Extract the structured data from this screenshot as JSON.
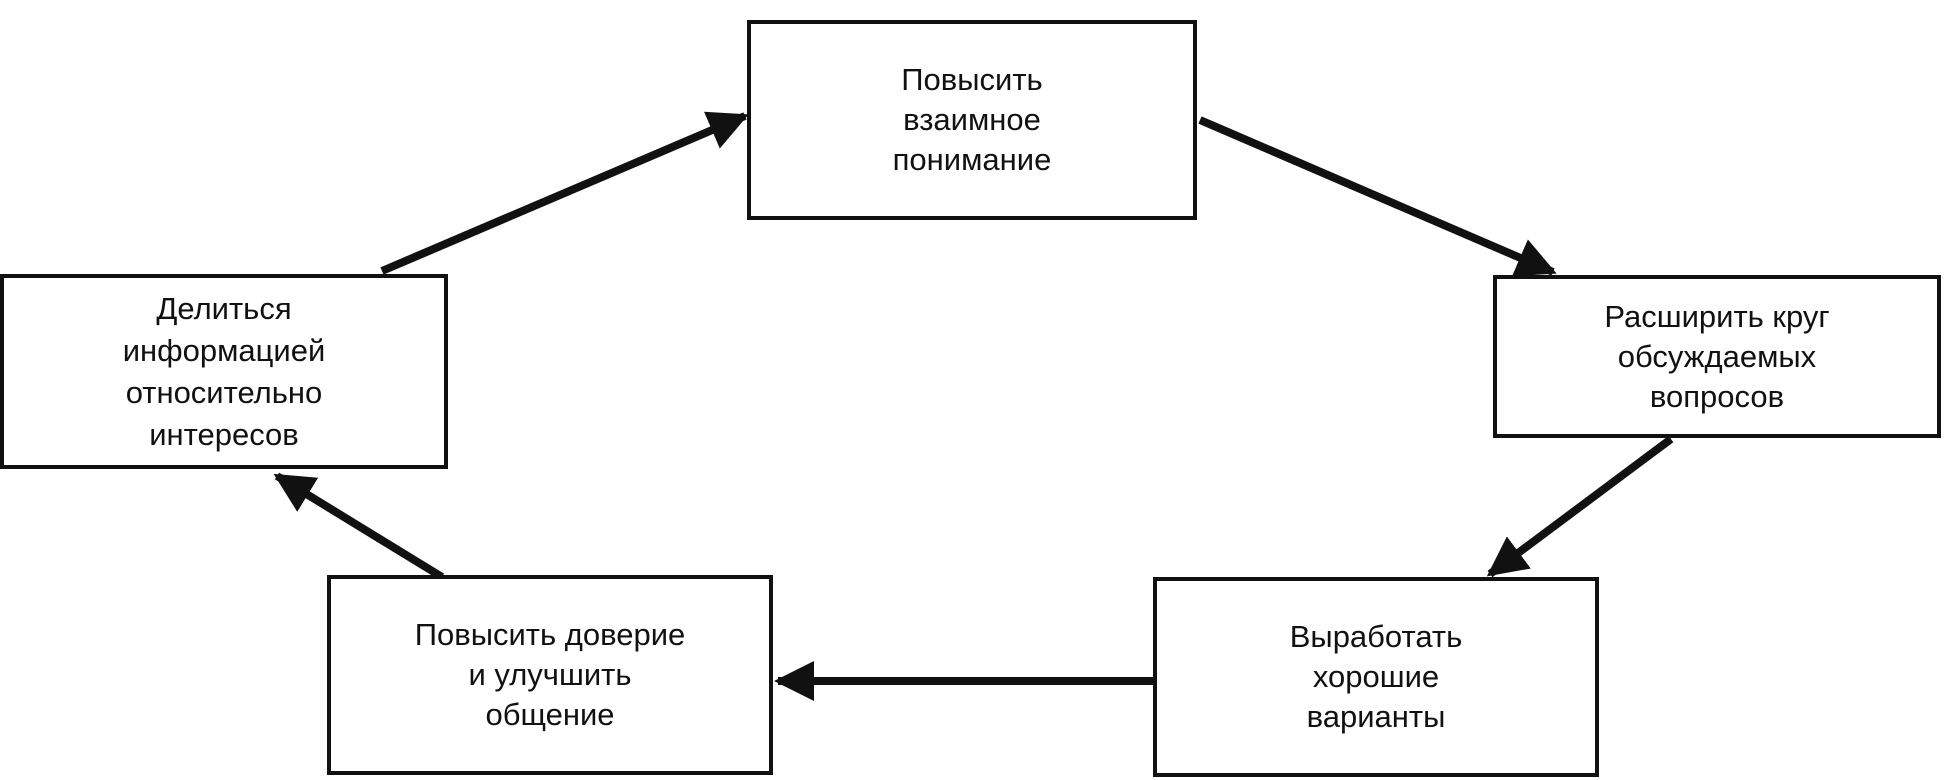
{
  "diagram": {
    "nodes": [
      {
        "id": "understanding",
        "label": "Повысить\nвзаимное\nпонимание"
      },
      {
        "id": "expand",
        "label": "Расширить круг\nобсуждаемых\nвопросов"
      },
      {
        "id": "options",
        "label": "Выработать\nхорошие\nварианты"
      },
      {
        "id": "trust",
        "label": "Повысить доверие\nи улучшить\nобщение"
      },
      {
        "id": "share",
        "label": "Делиться\nинформацией\nотносительно\nинтересов"
      }
    ],
    "edges": [
      {
        "from": "share",
        "to": "understanding"
      },
      {
        "from": "understanding",
        "to": "expand"
      },
      {
        "from": "expand",
        "to": "options"
      },
      {
        "from": "options",
        "to": "trust"
      },
      {
        "from": "trust",
        "to": "share"
      }
    ],
    "colors": {
      "stroke": "#111111",
      "background": "#ffffff"
    }
  }
}
